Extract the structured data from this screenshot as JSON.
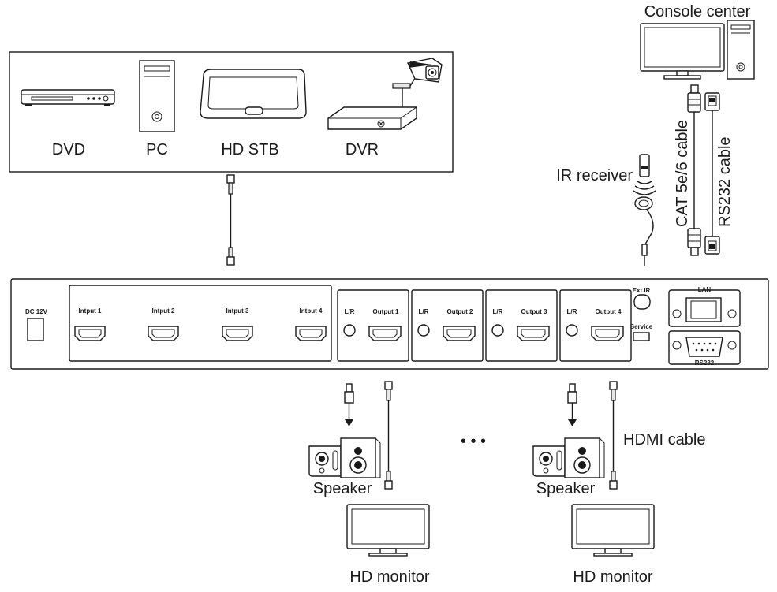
{
  "sources": {
    "dvd": "DVD",
    "pc": "PC",
    "hdstb": "HD STB",
    "dvr": "DVR"
  },
  "console_center": "Console center",
  "ir_receiver": "IR receiver",
  "cat_cable": "CAT 5e/6 cable",
  "rs232_cable": "RS232 cable",
  "hdmi_cable": "HDMI cable",
  "speaker_label": "Speaker",
  "monitor_label": "HD monitor",
  "ellipsis": "• • •",
  "device": {
    "dc": "DC 12V",
    "inputs": [
      "Intput 1",
      "Intput 2",
      "Intput 3",
      "Intput 4"
    ],
    "lr": "L/R",
    "outputs": [
      "Output 1",
      "Output 2",
      "Output 3",
      "Output 4"
    ],
    "ext_ir": "Ext.IR",
    "service": "Service",
    "lan": "LAN",
    "rs232": "RS232"
  }
}
